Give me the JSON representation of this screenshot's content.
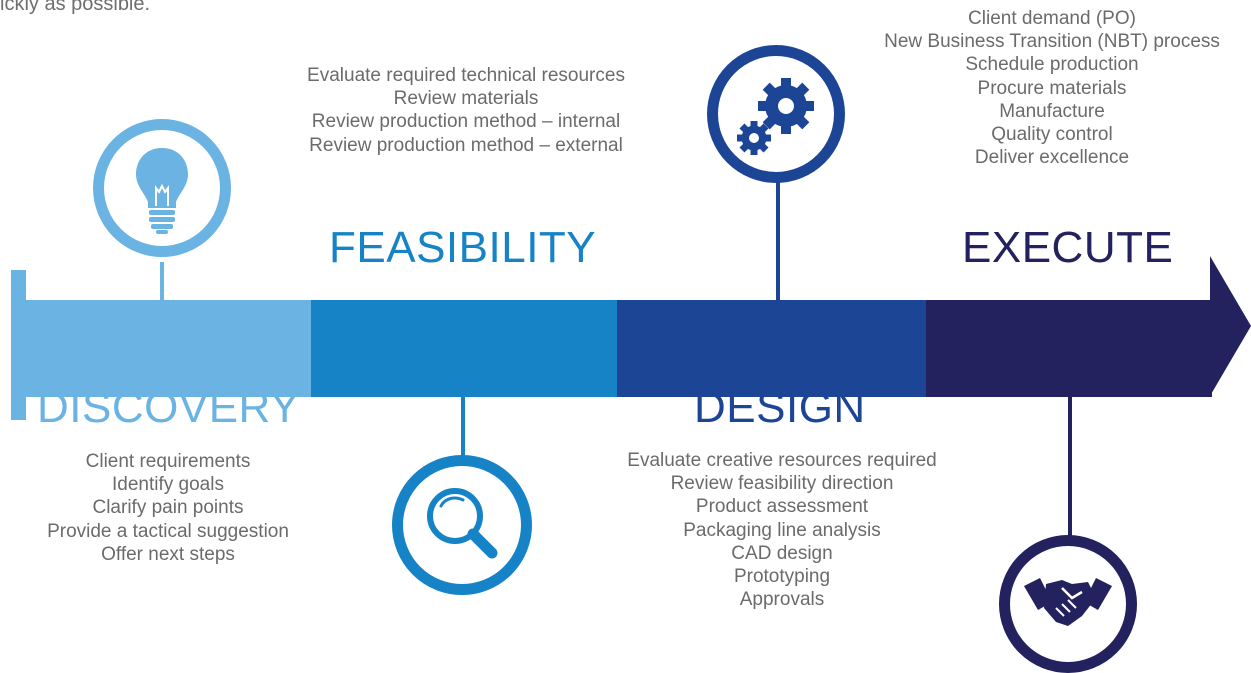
{
  "intro_text": "ickly as possible.",
  "colors": {
    "discovery": "#6AB3E3",
    "feasibility": "#1583C6",
    "design": "#1C4596",
    "execute": "#23215E",
    "list_text": "#6b6b6b"
  },
  "icons": [
    "lightbulb-icon",
    "magnifier-icon",
    "gears-icon",
    "handshake-icon"
  ],
  "stages": {
    "discovery": {
      "title": "DISCOVERY",
      "items": [
        "Client requirements",
        "Identify goals",
        "Clarify pain points",
        "Provide a tactical suggestion",
        "Offer next steps"
      ]
    },
    "feasibility": {
      "title": "FEASIBILITY",
      "items": [
        "Evaluate required technical resources",
        "Review materials",
        "Review production method – internal",
        "Review production method – external"
      ]
    },
    "design": {
      "title": "DESIGN",
      "items": [
        "Evaluate creative resources required",
        "Review feasibility direction",
        "Product assessment",
        "Packaging line analysis",
        "CAD design",
        "Prototyping",
        "Approvals"
      ]
    },
    "execute": {
      "title": "EXECUTE",
      "items": [
        "Client demand (PO)",
        "New Business Transition (NBT) process",
        "Schedule production",
        "Procure materials",
        "Manufacture",
        "Quality control",
        "Deliver excellence"
      ]
    }
  }
}
